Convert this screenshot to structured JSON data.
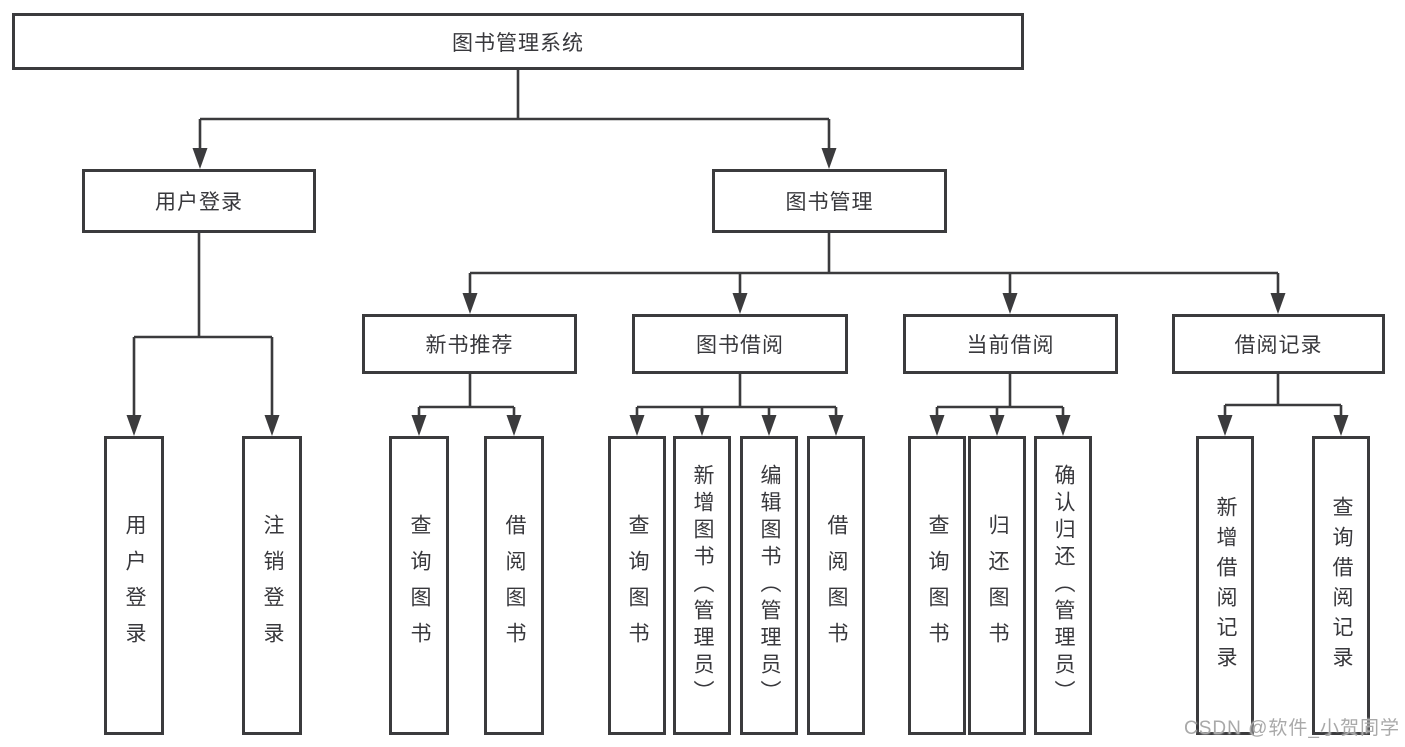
{
  "diagram": {
    "root": {
      "label": "图书管理系统"
    },
    "branches": [
      {
        "label": "用户登录",
        "children": [
          {
            "label": "用户登录"
          },
          {
            "label": "注销登录"
          }
        ]
      },
      {
        "label": "图书管理",
        "children": [
          {
            "label": "新书推荐",
            "children": [
              {
                "label": "查询图书"
              },
              {
                "label": "借阅图书"
              }
            ]
          },
          {
            "label": "图书借阅",
            "children": [
              {
                "label": "查询图书"
              },
              {
                "label": "新增图书（管理员）"
              },
              {
                "label": "编辑图书（管理员）"
              },
              {
                "label": "借阅图书"
              }
            ]
          },
          {
            "label": "当前借阅",
            "children": [
              {
                "label": "查询图书"
              },
              {
                "label": "归还图书"
              },
              {
                "label": "确认归还（管理员）"
              }
            ]
          },
          {
            "label": "借阅记录",
            "children": [
              {
                "label": "新增借阅记录"
              },
              {
                "label": "查询借阅记录"
              }
            ]
          }
        ]
      }
    ],
    "watermark": "CSDN @软件_小贺同学"
  },
  "colors": {
    "line": "#3b3b3d",
    "box_border": "#3b3b3d",
    "text": "#38383c",
    "watermark": "#a9a9a9",
    "background": "#ffffff"
  }
}
